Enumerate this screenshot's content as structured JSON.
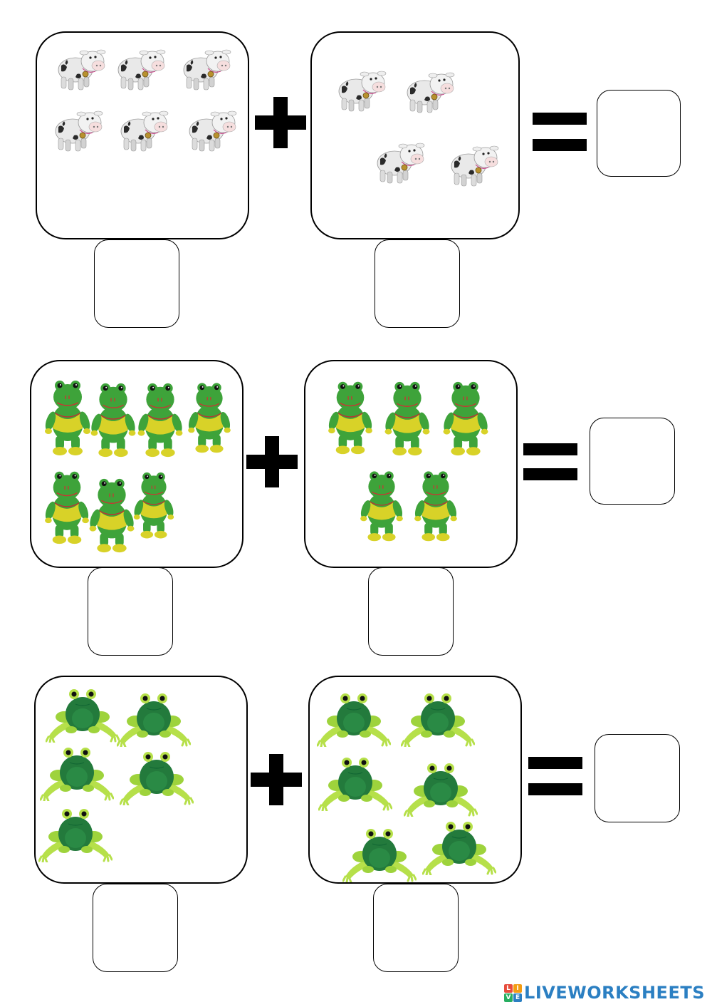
{
  "worksheet": {
    "rows": [
      {
        "animal": "cow",
        "left_count": 6,
        "right_count": 4
      },
      {
        "animal": "frog",
        "left_count": 7,
        "right_count": 5
      },
      {
        "animal": "frog_sitting",
        "left_count": 5,
        "right_count": 6
      }
    ]
  },
  "branding": {
    "text": "LIVEWORKSHEETS",
    "logo_letters": [
      "L",
      "I",
      "V",
      "E"
    ],
    "color": "#2b7fc2",
    "logo_colors": [
      "#e74c3c",
      "#f39c12",
      "#27ae60",
      "#2b7fc2"
    ]
  },
  "colors": {
    "cow_body": "#eeeeee",
    "cow_spot": "#2a2a2a",
    "frog_green": "#3ea33a",
    "frog_yellow": "#d8d228",
    "frog_dark": "#237a3c",
    "frog_light": "#b6e04a"
  }
}
